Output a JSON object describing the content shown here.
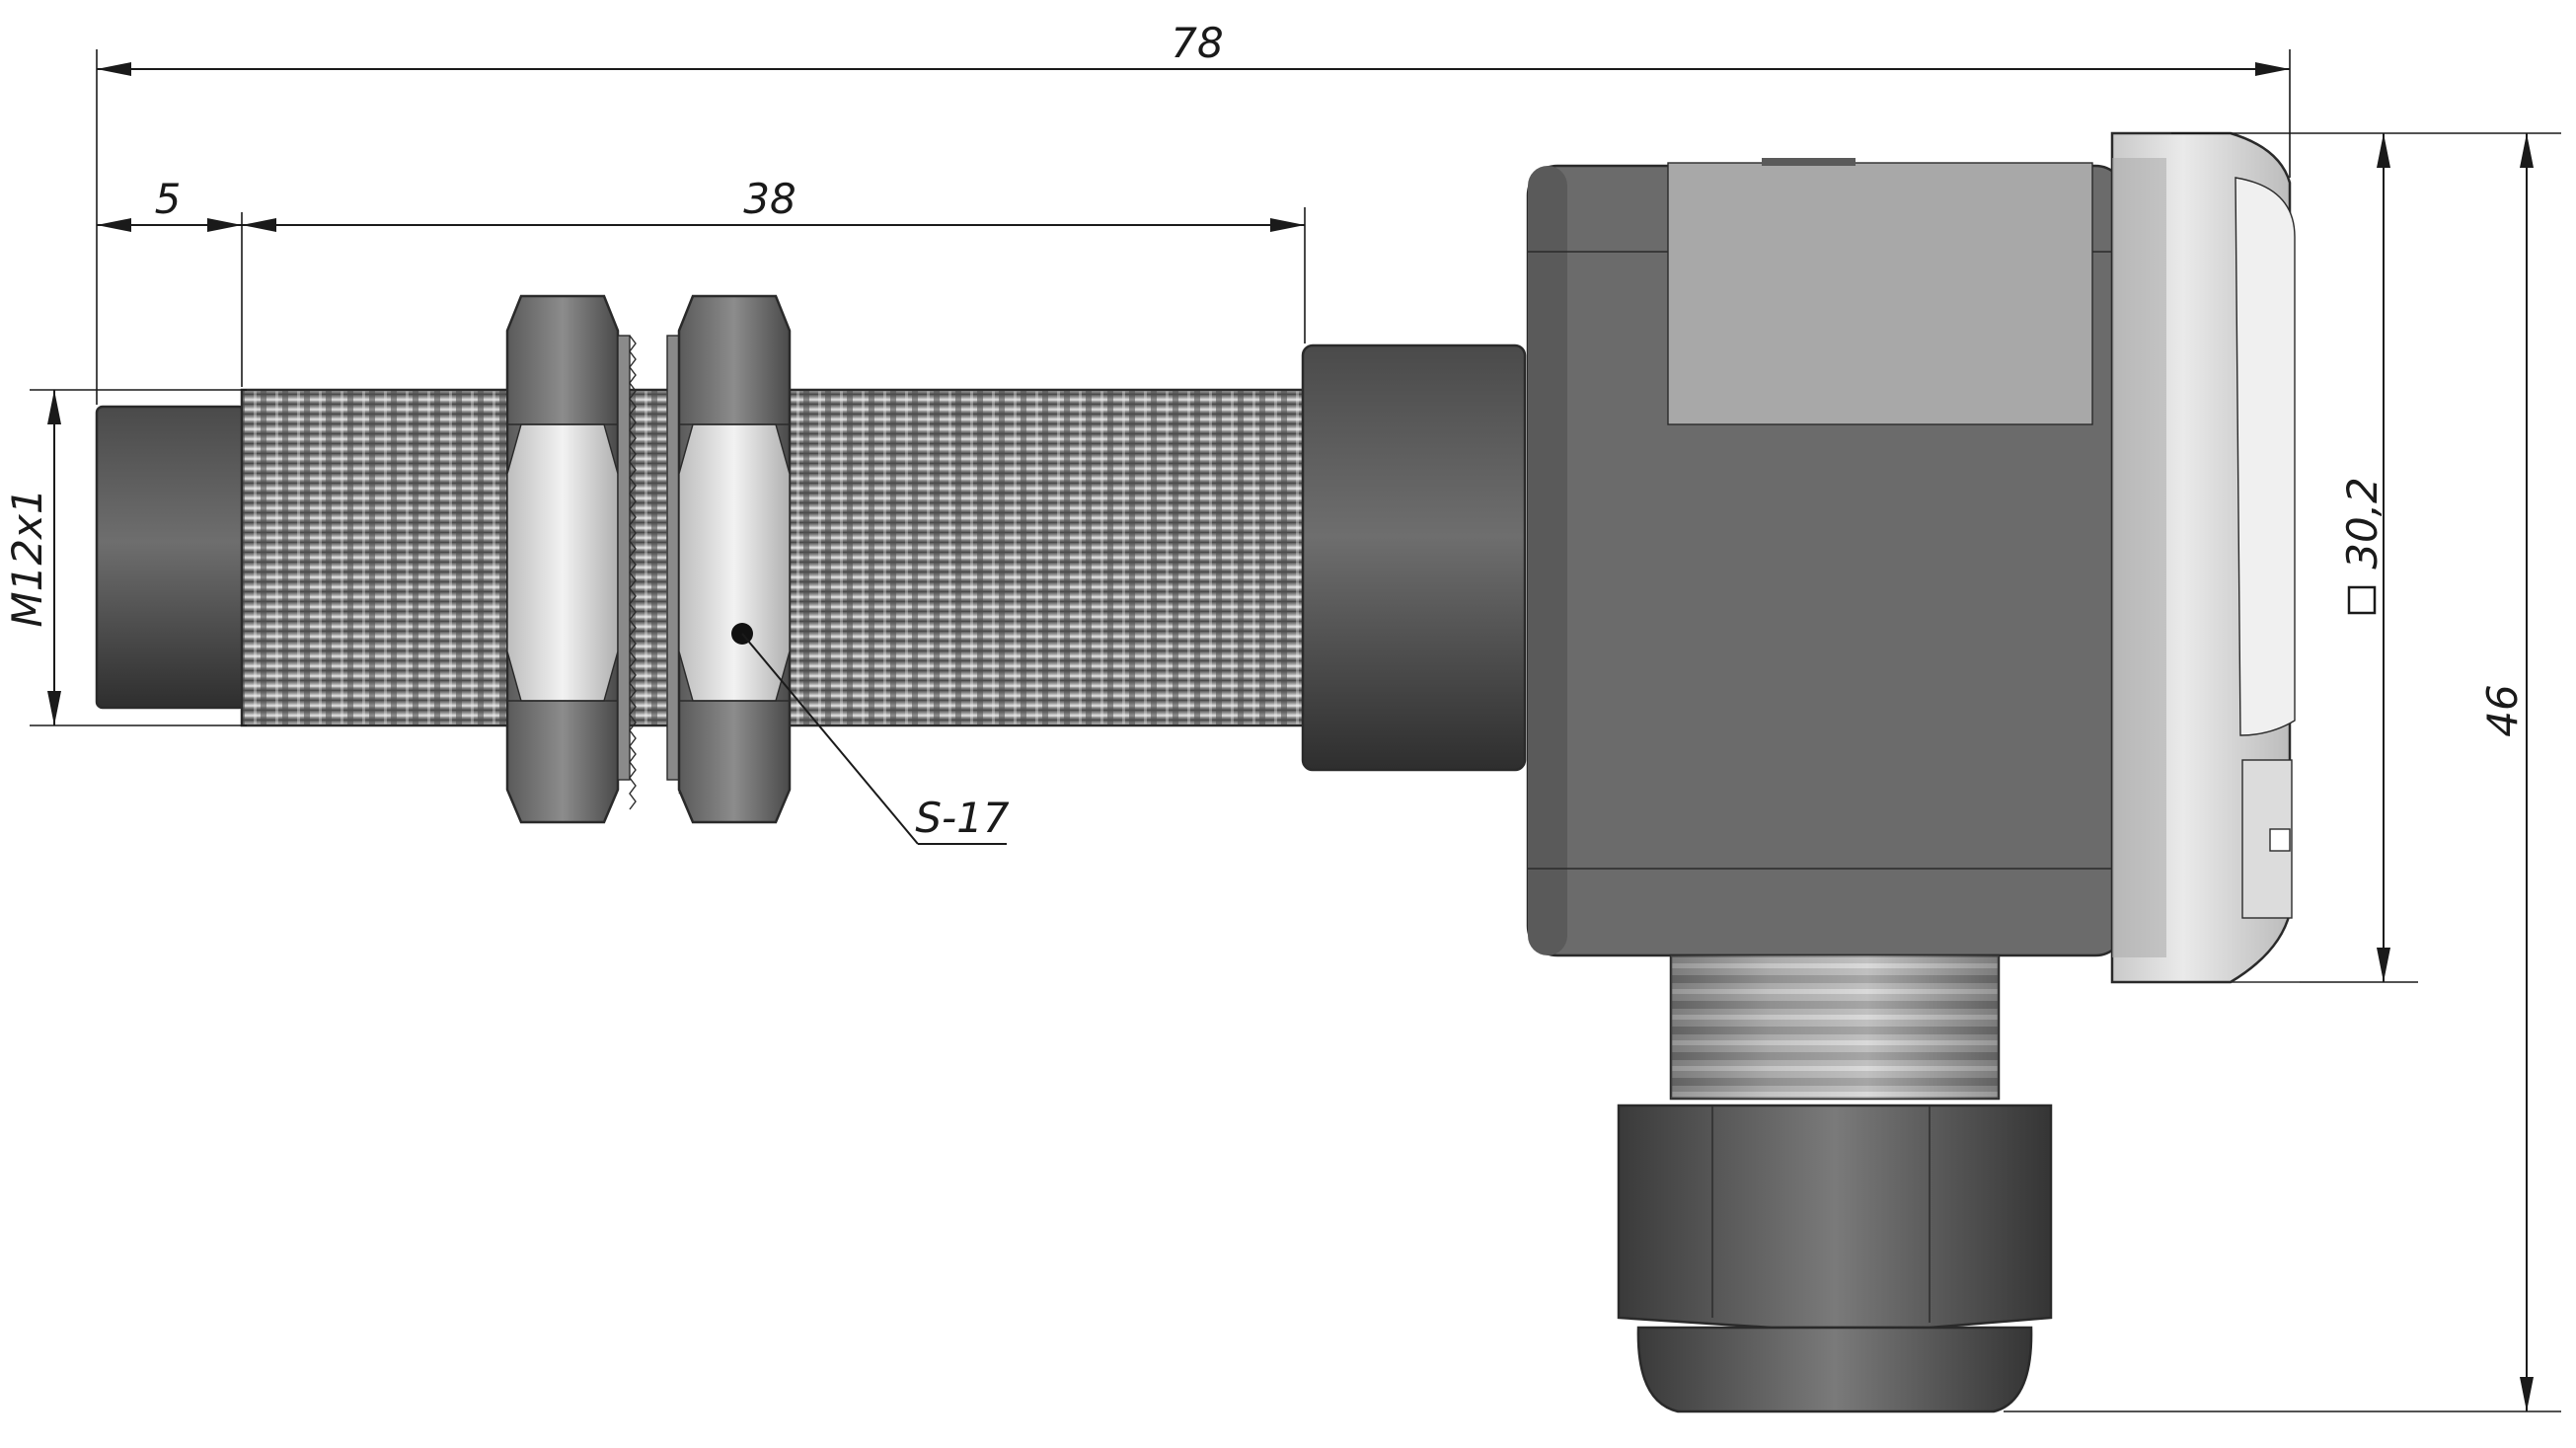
{
  "dimensions": {
    "overall_length": "78",
    "front_offset": "5",
    "thread_length": "38",
    "thread_spec": "M12x1",
    "nut_size": "S-17",
    "housing_square": "30,2",
    "total_height": "46"
  },
  "colors": {
    "housing": "#6b6b6b",
    "window": "#a8a8a8",
    "cap": "#d6d6d6",
    "dim_lines": "#1a1a1a"
  }
}
